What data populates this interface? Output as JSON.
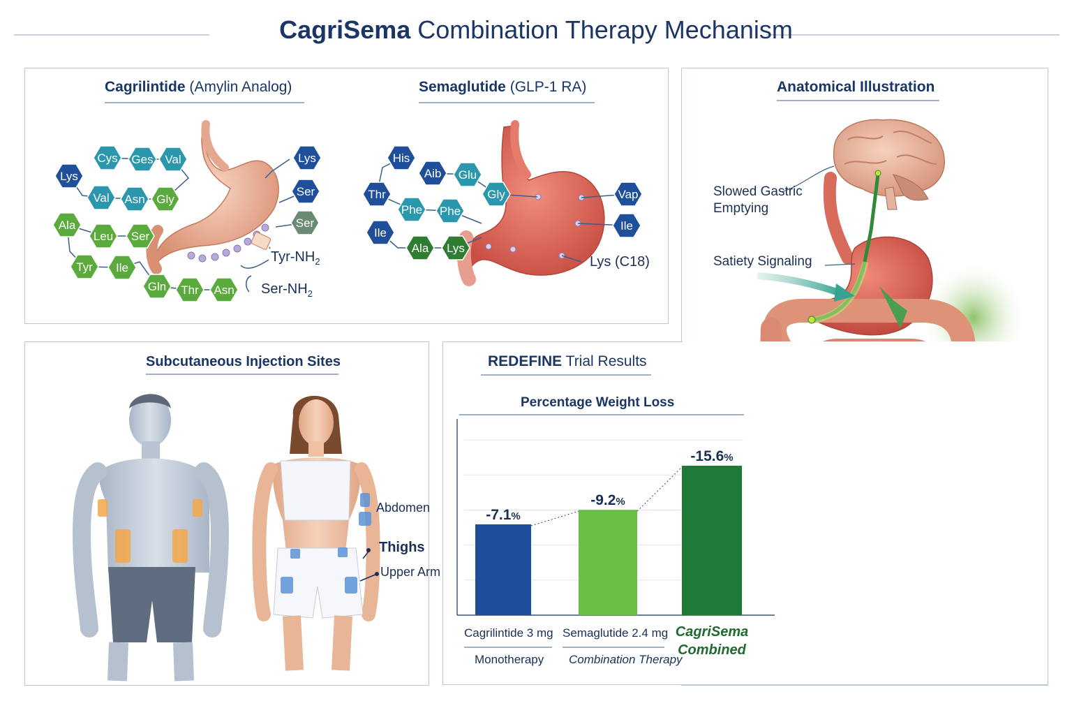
{
  "title": {
    "bold": "CagriSema",
    "rest": " Combination Therapy Mechanism"
  },
  "molecules": {
    "cagri": {
      "name": "Cagrilintide",
      "subtitle": "(Amylin Analog)",
      "residues": [
        "Cys",
        "Ges",
        "Val",
        "Lys",
        "Val",
        "Asn",
        "Gly",
        "Ala",
        "Leu",
        "Ser",
        "Tyr",
        "Ile",
        "Gln",
        "Thr",
        "Asn",
        "Lys",
        "Ser",
        "Ser"
      ],
      "end_labels": [
        "Tyr-NH",
        "Ser-NH"
      ],
      "end_sub": "2"
    },
    "sema": {
      "name": "Semaglutide",
      "subtitle": "(GLP-1 RA)",
      "residues": [
        "His",
        "Aib",
        "Glu",
        "Thr",
        "Gly",
        "Phe",
        "Phe",
        "Ile",
        "Ala",
        "Lys",
        "Vap",
        "Ile"
      ],
      "lipid_label": "Lys (C18)"
    }
  },
  "anatomy": {
    "title": "Anatomical Illustration",
    "label_gastric": [
      "Slowed Gastric",
      "Emptying"
    ],
    "label_satiety": "Satiety Signaling"
  },
  "injection": {
    "title": "Subcutaneous Injection Sites",
    "sites": [
      "Abdomen",
      "Thighs",
      "Upper Arm"
    ]
  },
  "trial": {
    "title_bold": "REDEFINE",
    "title_rest": " Trial Results",
    "chart_title": "Percentage Weight Loss"
  },
  "chart_data": {
    "type": "bar",
    "title": "Percentage Weight Loss",
    "categories": [
      "Cagrilintide 3 mg",
      "Semaglutide 2.4 mg",
      "CagriSema Combined"
    ],
    "category_sublabels": [
      "Monotherapy",
      "Combination Therapy",
      ""
    ],
    "values": [
      -7.1,
      -9.2,
      -15.6
    ],
    "value_labels": [
      "-7.1",
      "-9.2",
      "-15.6"
    ],
    "unit": "%",
    "colors": [
      "#1f4f9a",
      "#6abf45",
      "#1f7a38"
    ],
    "grid": true
  },
  "colors": {
    "navy": "#1a3566",
    "teal": "#2a97ad",
    "blue": "#1f4f9a",
    "green": "#5aaa3e",
    "dark_green": "#2f7d33"
  }
}
